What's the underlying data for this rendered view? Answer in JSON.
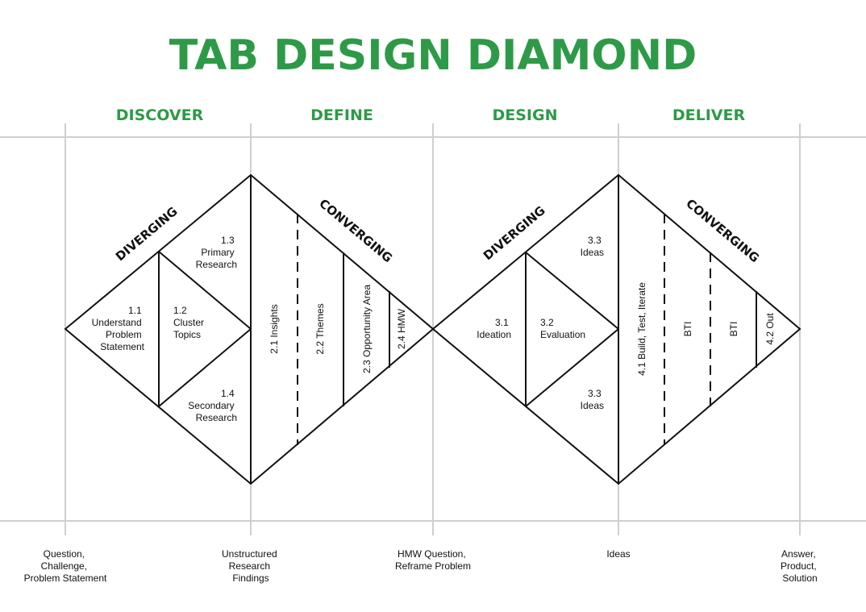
{
  "title": "TAB DESIGN DIAMOND",
  "colors": {
    "accent": "#2e9a48",
    "ink": "#111111",
    "grid": "#cfcfcf"
  },
  "phases": [
    "DISCOVER",
    "DEFINE",
    "DESIGN",
    "DELIVER"
  ],
  "diamond1": {
    "diverging": "DIVERGING",
    "converging": "CONVERGING",
    "s11": [
      "1.1",
      "Understand",
      "Problem",
      "Statement"
    ],
    "s12": [
      "1.2",
      "Cluster",
      "Topics"
    ],
    "s13": [
      "1.3",
      "Primary",
      "Research"
    ],
    "s14": [
      "1.4",
      "Secondary",
      "Research"
    ],
    "s21": "2.1 Insights",
    "s22": "2.2 Themes",
    "s23": "2.3 Opportunity Area",
    "s24": "2.4 HMW"
  },
  "diamond2": {
    "diverging": "DIVERGING",
    "converging": "CONVERGING",
    "s31": [
      "3.1",
      "Ideation"
    ],
    "s32": [
      "3.2",
      "Evaluation"
    ],
    "s33a": [
      "3.3",
      "Ideas"
    ],
    "s33b": [
      "3.3",
      "Ideas"
    ],
    "s41": "4.1 Build, Test, Iterate",
    "bti1": "BTI",
    "bti2": "BTI",
    "s42": "4.2 Out"
  },
  "milestones": [
    [
      "Question,",
      "Challenge,",
      "Problem Statement"
    ],
    [
      "Unstructured",
      "Research",
      "Findings"
    ],
    [
      "HMW Question,",
      "Reframe Problem"
    ],
    [
      "Ideas"
    ],
    [
      "Answer,",
      "Product,",
      "Solution"
    ]
  ]
}
